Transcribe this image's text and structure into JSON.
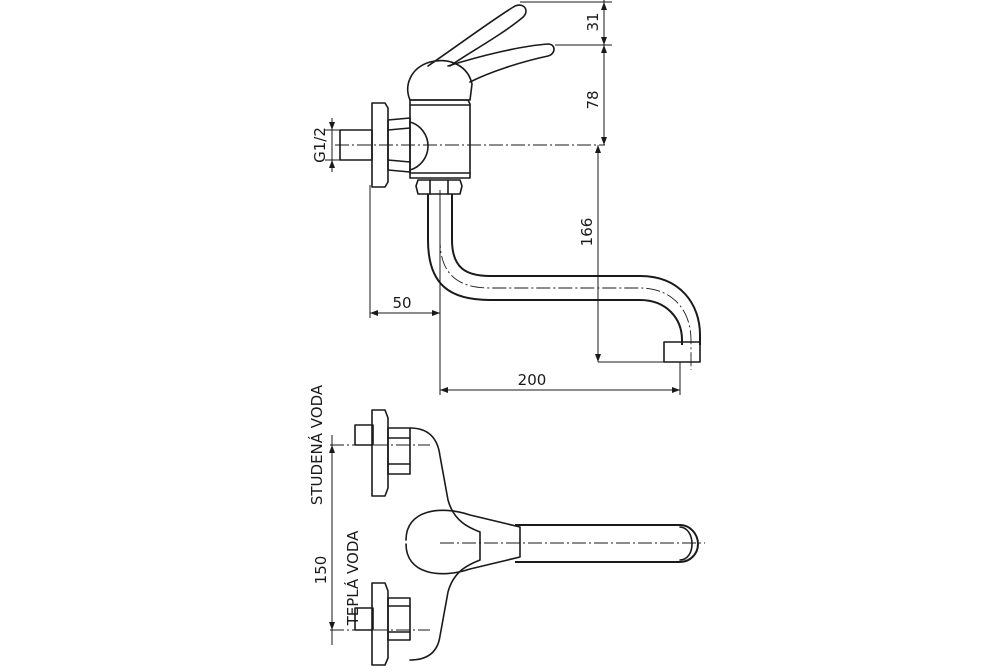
{
  "dimensions": {
    "lever_height": "31",
    "body_height": "78",
    "thread": "G1/2",
    "wall_offset": "50",
    "spout_reach": "200",
    "spout_drop": "166",
    "inlet_spacing": "150"
  },
  "labels": {
    "cold_water": "STUDENÁ VODA",
    "hot_water": "TEPLÁ VODA"
  }
}
